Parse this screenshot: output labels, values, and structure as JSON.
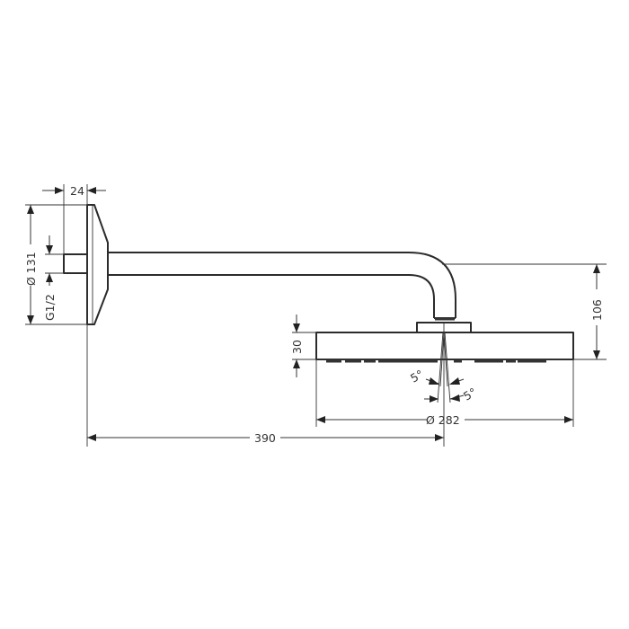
{
  "drawing": {
    "title": "Overhead shower with wall arm - dimensional drawing",
    "units": "mm",
    "dimensions": {
      "wall_flange_depth": "24",
      "wall_flange_diameter": "Ø 131",
      "connection_thread": "G1/2",
      "arm_projection": "390",
      "head_diameter": "Ø 282",
      "head_height": "30",
      "total_drop": "106",
      "tilt_left": "5°",
      "tilt_right": "5°"
    },
    "colors": {
      "line": "#2b2b2b",
      "background": "#ffffff"
    }
  }
}
